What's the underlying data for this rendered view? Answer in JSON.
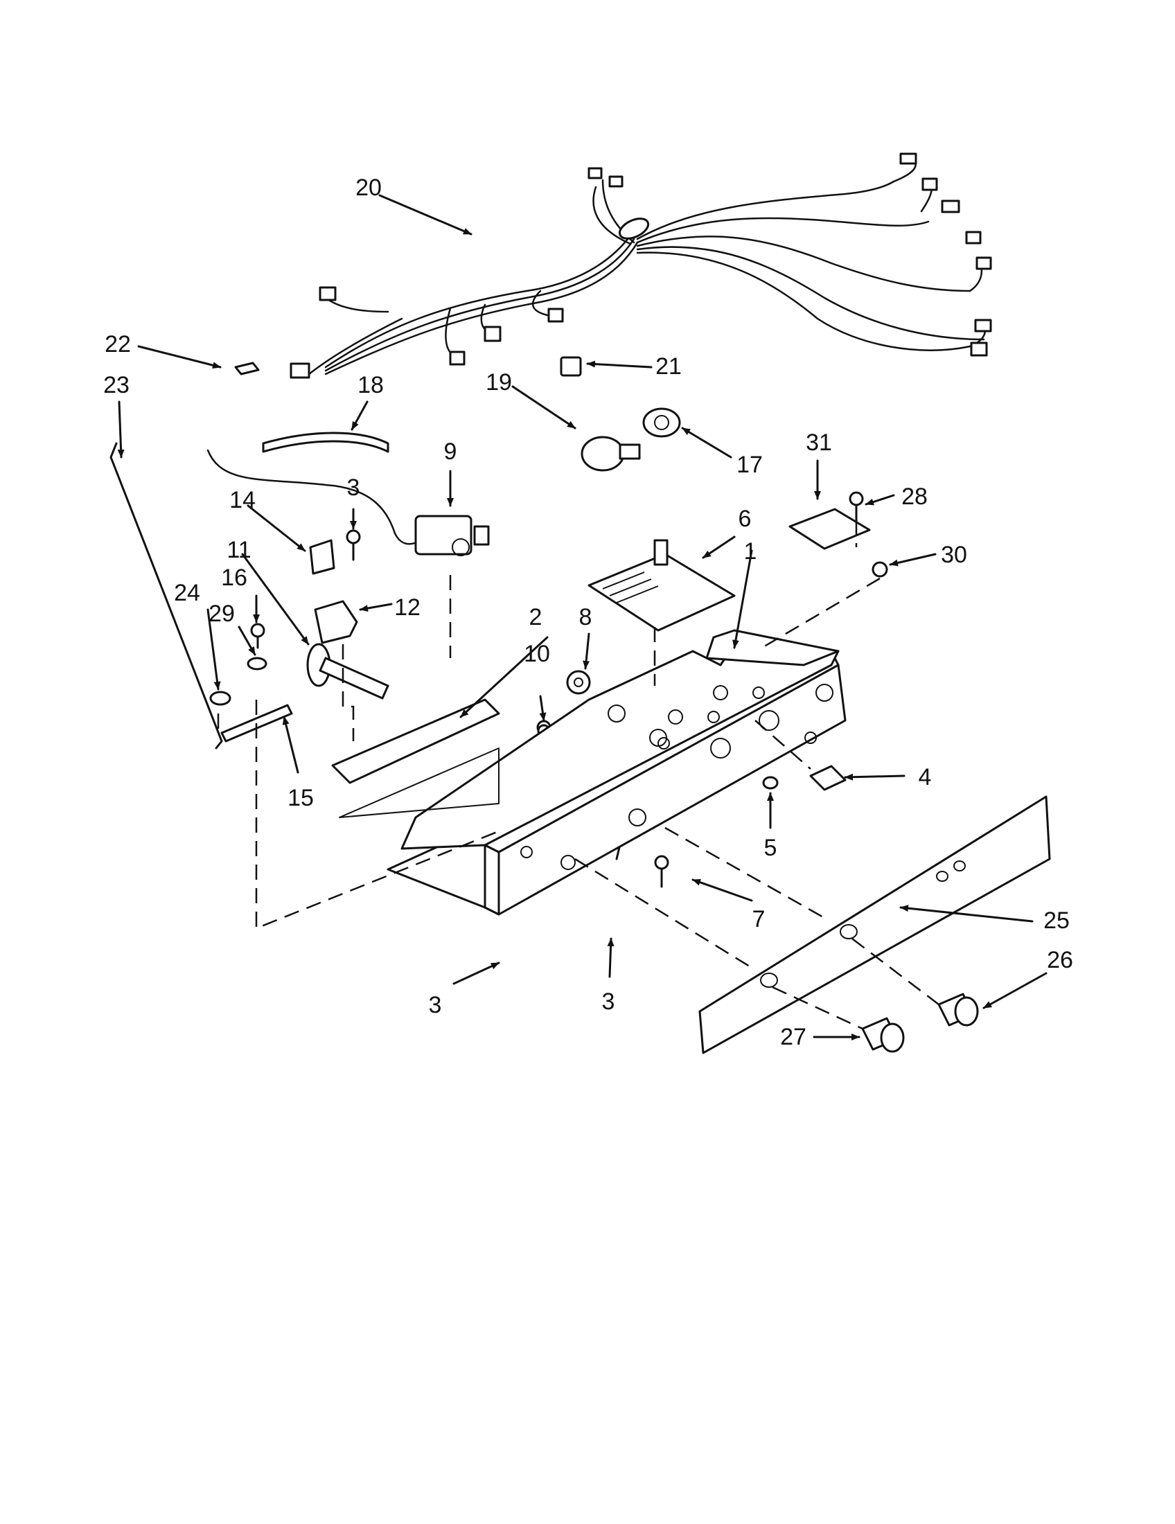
{
  "callouts": {
    "c1": "1",
    "c2": "2",
    "c3a": "3",
    "c3b": "3",
    "c3c": "3",
    "c4": "4",
    "c5": "5",
    "c6": "6",
    "c7": "7",
    "c8": "8",
    "c9": "9",
    "c10": "10",
    "c11": "11",
    "c12": "12",
    "c14": "14",
    "c15": "15",
    "c16": "16",
    "c17": "17",
    "c18": "18",
    "c19": "19",
    "c20": "20",
    "c21": "21",
    "c22": "22",
    "c23": "23",
    "c24": "24",
    "c25": "25",
    "c26": "26",
    "c27": "27",
    "c28": "28",
    "c29": "29",
    "c30": "30",
    "c31": "31"
  }
}
